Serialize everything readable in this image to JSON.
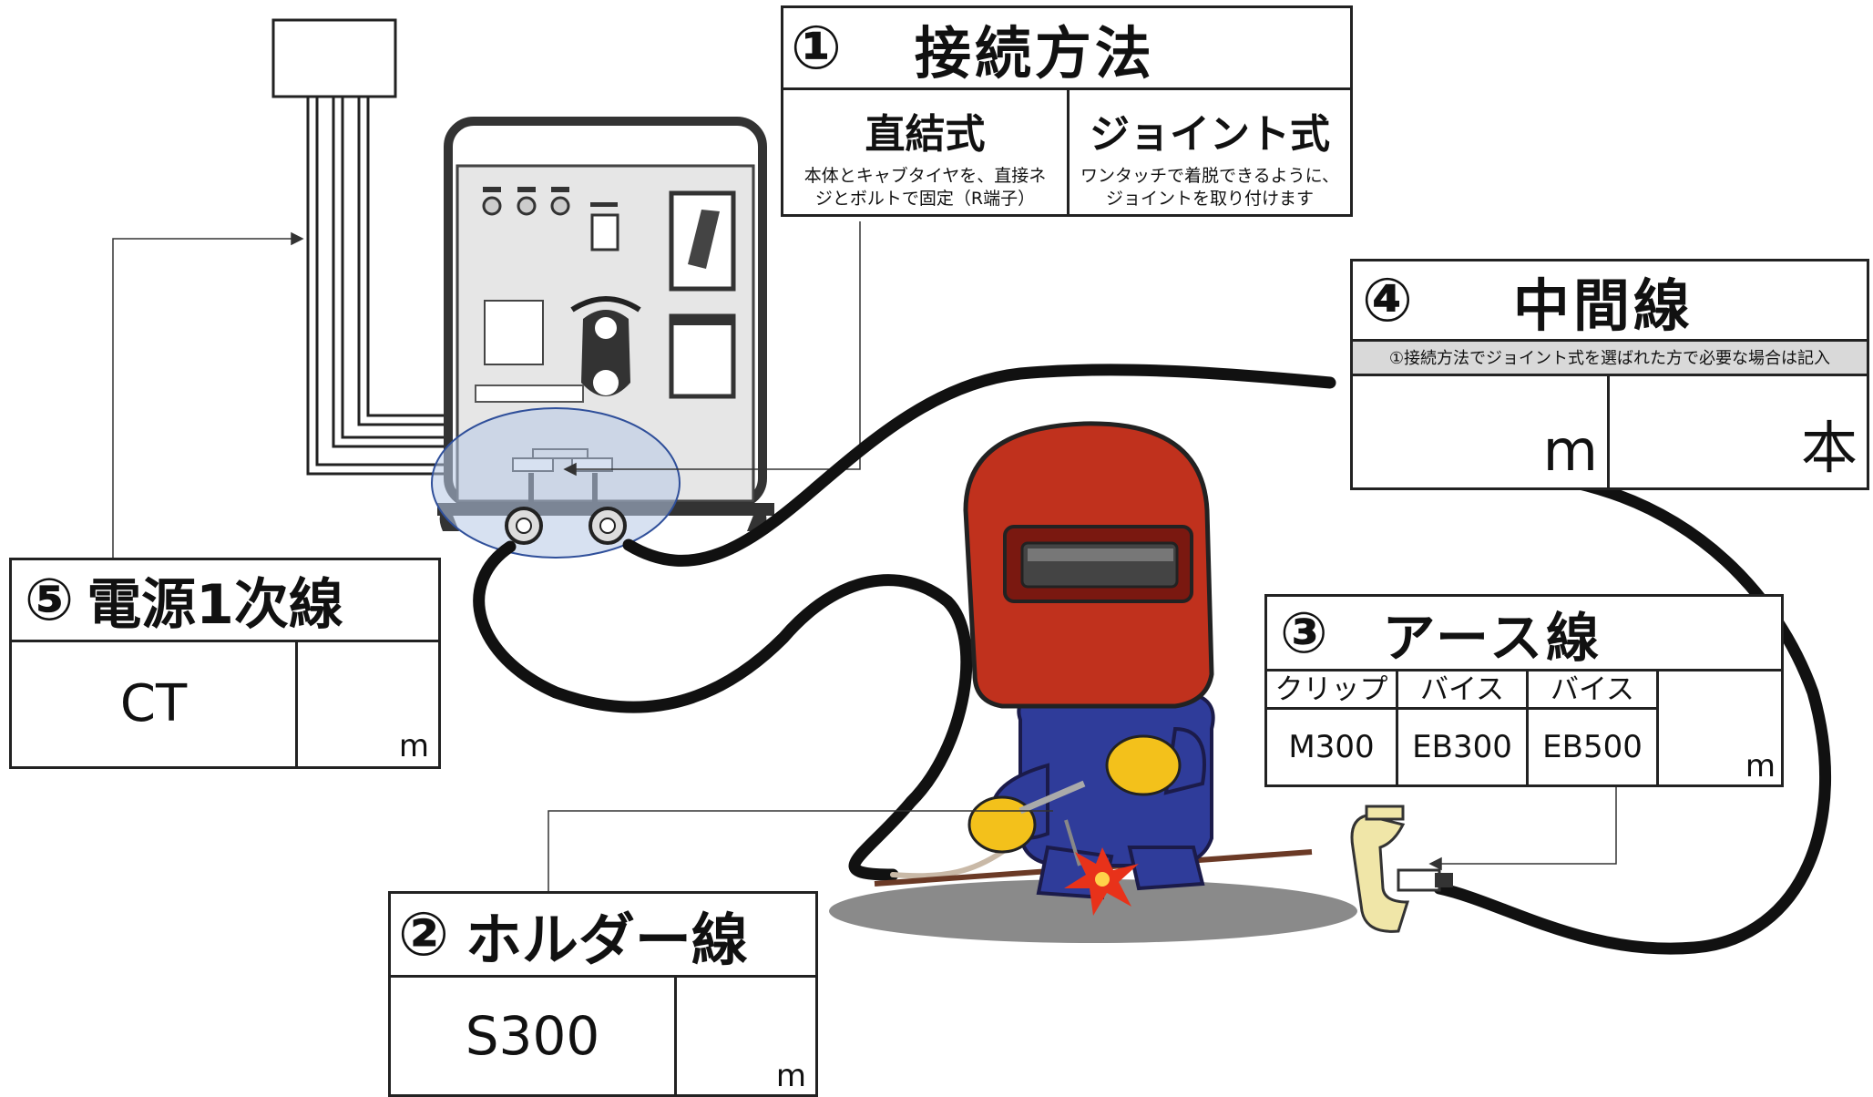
{
  "section1": {
    "number": "①",
    "title": "接続方法",
    "option_direct": {
      "title": "直結式",
      "description_line1": "本体とキャブタイヤを、直接ネ",
      "description_line2": "ジとボルトで固定（R端子）"
    },
    "option_joint": {
      "title": "ジョイント式",
      "description_line1": "ワンタッチで着脱できるように、",
      "description_line2": "ジョイントを取り付けます"
    }
  },
  "section2": {
    "number": "②",
    "title": "ホルダー線",
    "value": "S300",
    "unit": "m"
  },
  "section3": {
    "number": "③",
    "title": "アース線",
    "headers": [
      "クリップ",
      "バイス",
      "バイス"
    ],
    "values": [
      "M300",
      "EB300",
      "EB500"
    ],
    "unit": "m"
  },
  "section4": {
    "number": "④",
    "title": "中間線",
    "note": "①接続方法でジョイント式を選ばれた方で必要な場合は記入",
    "unit_length": "m",
    "unit_count": "本"
  },
  "section5": {
    "number": "⑤",
    "title": "電源1次線",
    "value": "CT",
    "unit": "m"
  },
  "colors": {
    "helmet": "#c0311d",
    "visor": "#444444",
    "suit": "#2f3c9a",
    "gloves": "#f3c11b",
    "ground": "#8a8a8a",
    "cable": "#111111",
    "welder_body": "#e6e6e6",
    "highlight": "#b7c8e6",
    "note_bar": "#d9d9d9"
  },
  "icons": {
    "welder": "welding-machine-icon",
    "worker": "welder-worker-icon",
    "clamp": "ground-clamp-icon",
    "spark": "welding-spark-icon"
  }
}
